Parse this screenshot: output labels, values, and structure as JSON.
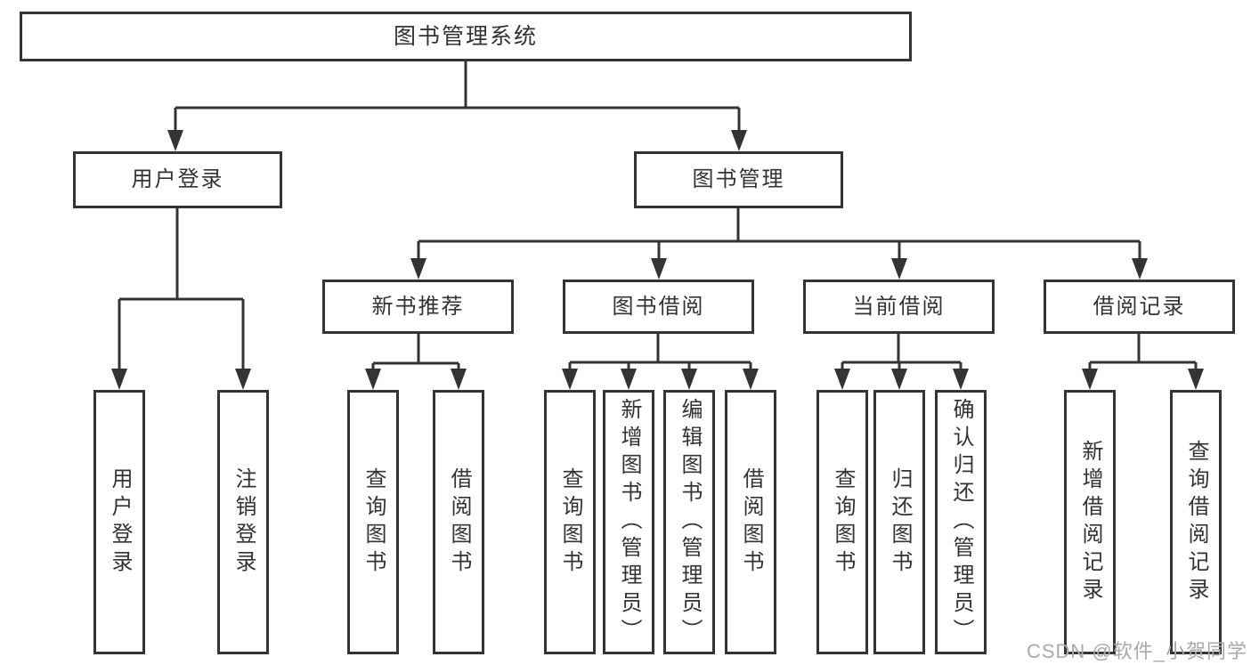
{
  "colors": {
    "line": "#343434",
    "border": "#343434",
    "text": "#333333",
    "background": "#ffffff",
    "watermark": "#a9a9a9"
  },
  "tree": {
    "label": "图书管理系统",
    "children": [
      {
        "label": "用户登录",
        "children": [
          {
            "label": "用户登录"
          },
          {
            "label": "注销登录"
          }
        ]
      },
      {
        "label": "图书管理",
        "children": [
          {
            "label": "新书推荐",
            "children": [
              {
                "label": "查询图书"
              },
              {
                "label": "借阅图书"
              }
            ]
          },
          {
            "label": "图书借阅",
            "children": [
              {
                "label": "查询图书"
              },
              {
                "label": "新增图书（管理员）"
              },
              {
                "label": "编辑图书（管理员）"
              },
              {
                "label": "借阅图书"
              }
            ]
          },
          {
            "label": "当前借阅",
            "children": [
              {
                "label": "查询图书"
              },
              {
                "label": "归还图书"
              },
              {
                "label": "确认归还（管理员）"
              }
            ]
          },
          {
            "label": "借阅记录",
            "children": [
              {
                "label": "新增借阅记录"
              },
              {
                "label": "查询借阅记录"
              }
            ]
          }
        ]
      }
    ]
  },
  "watermark": {
    "text": "CSDN @软件_小贺同学"
  }
}
